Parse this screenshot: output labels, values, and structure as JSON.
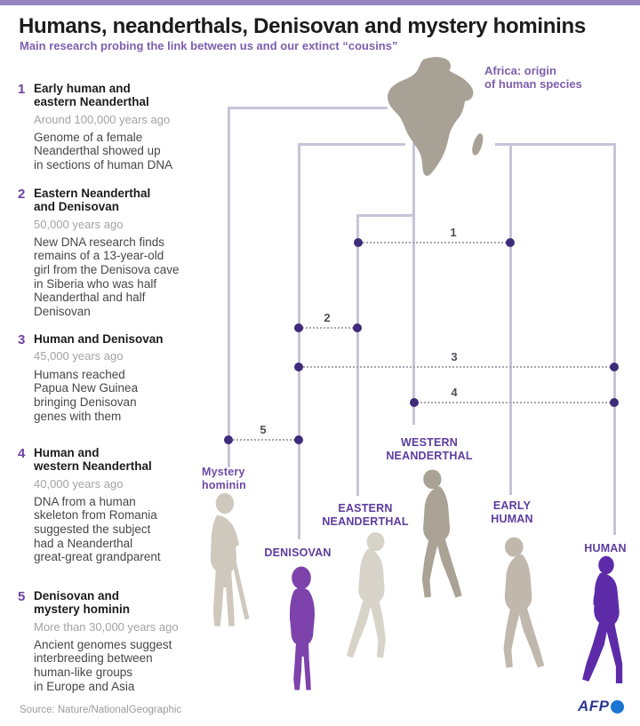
{
  "header": {
    "title": "Humans, neanderthals, Denisovan and mystery hominins",
    "subtitle": "Main research probing the link between us and our extinct “cousins”"
  },
  "africa": {
    "label": "Africa: origin\nof human species"
  },
  "events": [
    {
      "num": "1",
      "heading": "Early human and\neastern Neanderthal",
      "when": "Around 100,000 years ago",
      "desc": "Genome of a female\nNeanderthal showed up\nin sections of human DNA"
    },
    {
      "num": "2",
      "heading": "Eastern Neanderthal\nand Denisovan",
      "when": "50,000 years ago",
      "desc": "New DNA research finds\nremains of a 13-year-old\ngirl from the Denisova cave\nin Siberia who was half\nNeanderthal and half\nDenisovan"
    },
    {
      "num": "3",
      "heading": "Human and Denisovan",
      "when": "45,000 years ago",
      "desc": "Humans reached\nPapua New Guinea\nbringing Denisovan\ngenes with them"
    },
    {
      "num": "4",
      "heading": "Human and\nwestern Neanderthal",
      "when": "40,000 years ago",
      "desc": "DNA from a human\nskeleton from Romania\nsuggested the subject\nhad a Neanderthal\ngreat-great grandparent"
    },
    {
      "num": "5",
      "heading": "Denisovan and\nmystery hominin",
      "when": "More than 30,000 years ago",
      "desc": "Ancient genomes suggest\ninterbreeding between\nhuman-like groups\nin Europe and Asia"
    }
  ],
  "links": [
    {
      "num": "1"
    },
    {
      "num": "2"
    },
    {
      "num": "3"
    },
    {
      "num": "4"
    },
    {
      "num": "5"
    }
  ],
  "species": [
    {
      "label": "Mystery\nhominin"
    },
    {
      "label": "DENISOVAN"
    },
    {
      "label": "EASTERN\nNEANDERTHAL"
    },
    {
      "label": "WESTERN\nNEANDERTHAL"
    },
    {
      "label": "EARLY\nHUMAN"
    },
    {
      "label": "HUMAN"
    }
  ],
  "footer": {
    "source": "Source: Nature/NationalGeographic",
    "logo_text": "AFP"
  },
  "colors": {
    "top_bar": "#9484c1",
    "accent_purple": "#7c5fae",
    "species_label_purple": "#5b3d9e",
    "link_dot_purple": "#3e2b7a",
    "tree_line_lavender": "#c9c3d8",
    "dotted_line_gray": "#aaa4b1",
    "africa_gray": "#a8a195",
    "denisovan_figure": "#7d42ab",
    "human_figure": "#5d2ba8",
    "afp_navy": "#2b3a90",
    "afp_blue": "#1a75d3"
  }
}
